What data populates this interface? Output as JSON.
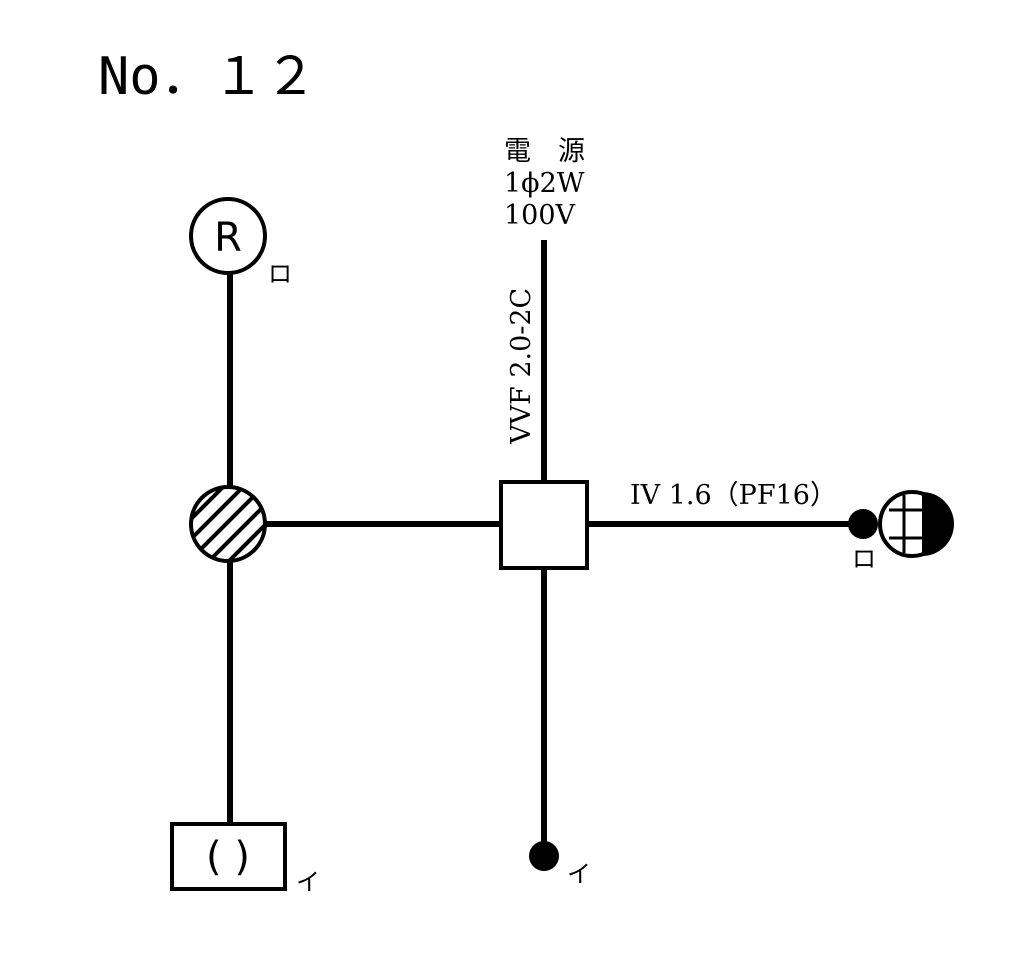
{
  "title": "No．１２",
  "power": {
    "line1": "電　源",
    "line2": "1ϕ2W",
    "line3": "100V"
  },
  "cables": {
    "vertical_feed": "VVF 2.0-2C",
    "horizontal_right": "IV 1.6（PF16）"
  },
  "symbols": {
    "receptacle_letter": "R",
    "receptacle_tag": "ロ",
    "fixture_tag": "イ",
    "switch_bottom_tag": "イ",
    "switch_right_tag": "ロ",
    "fixture_inner": "( )"
  }
}
